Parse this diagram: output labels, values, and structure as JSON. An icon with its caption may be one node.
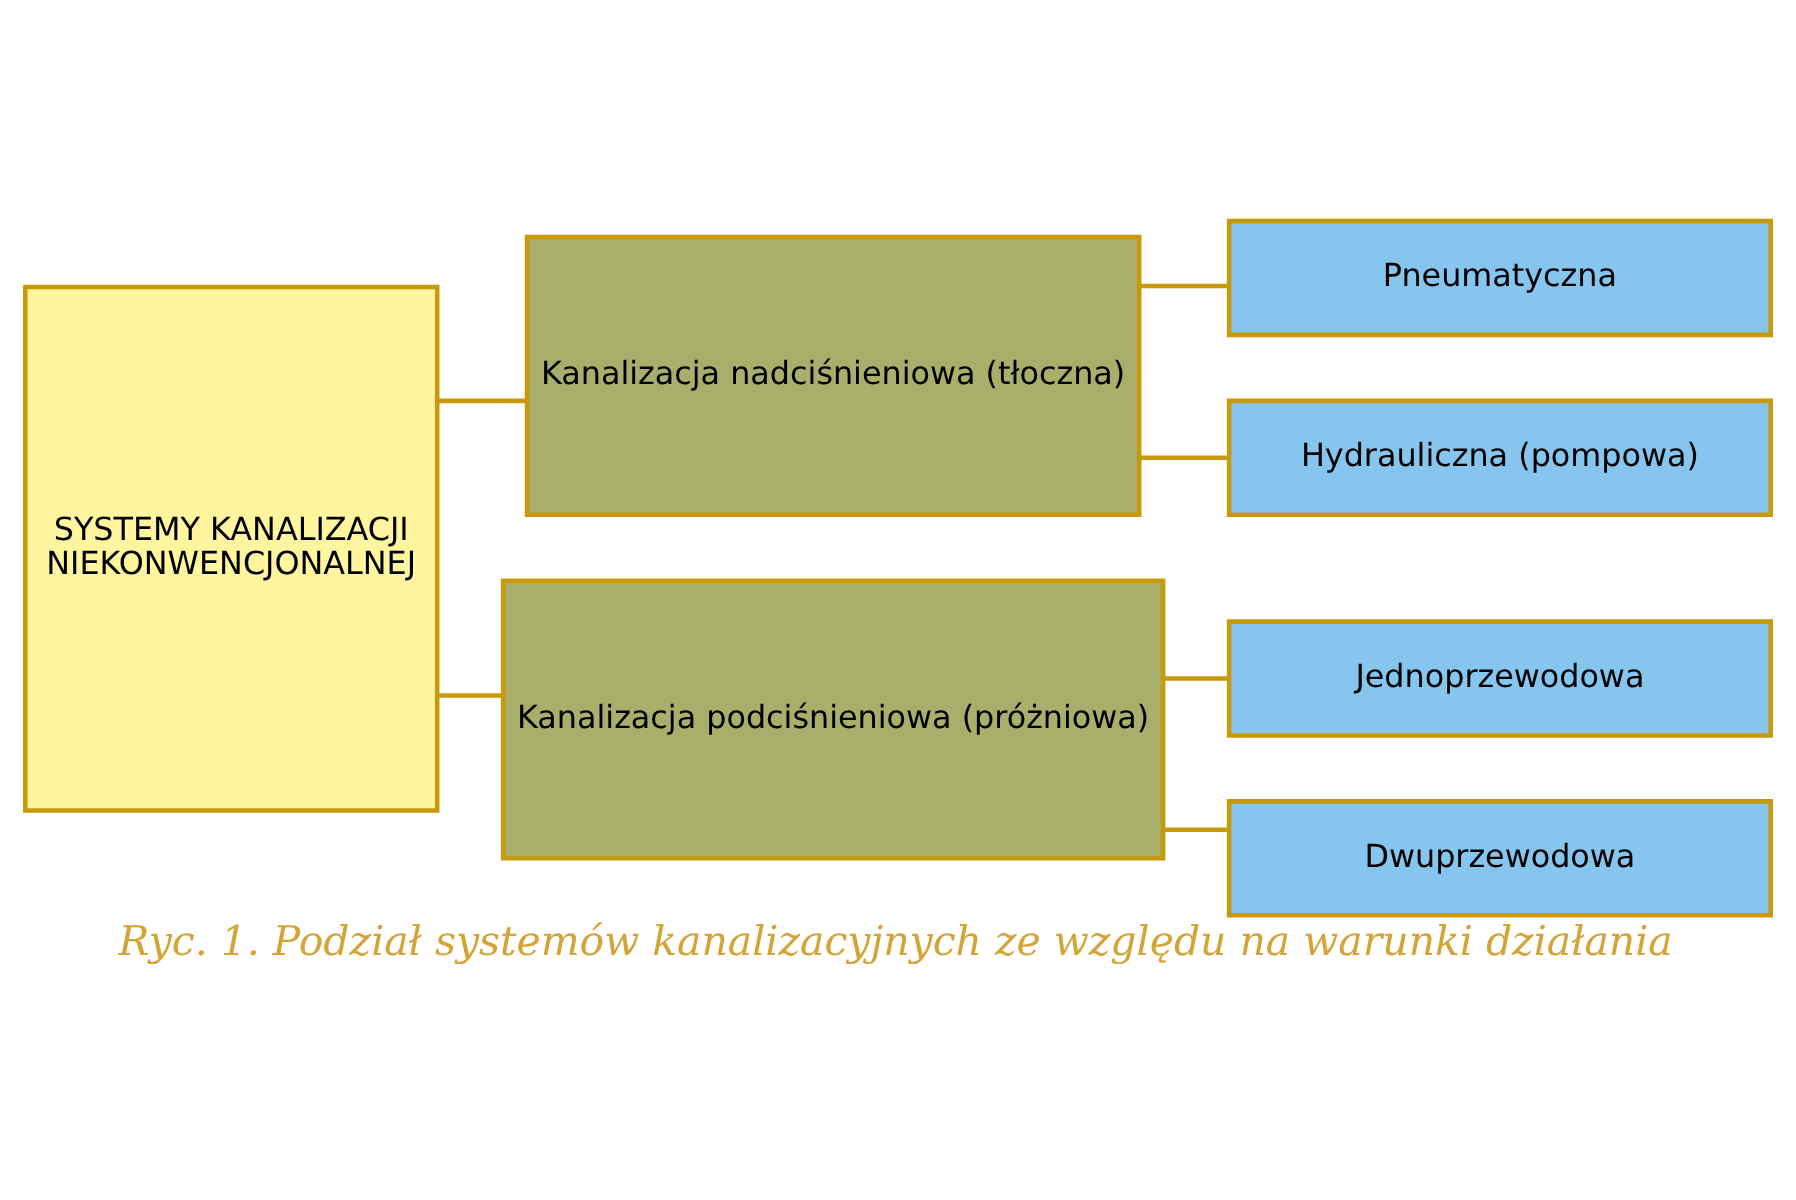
{
  "diagram": {
    "caption": "Ryc. 1. Podział systemów kanalizacyjnych ze względu na warunki działania",
    "nodes": [
      {
        "text": [
          "SYSTEMY KANALIZACJI NIEKONWENCJONALNEJ"
        ]
      },
      {
        "text": [
          "Kanalizacja nadciśnieniowa (tłoczna)"
        ]
      },
      {
        "text": [
          "Kanalizacja podciśnieniowa (próżniowa)"
        ]
      },
      {
        "text": [
          "Pneumatyczna"
        ]
      },
      {
        "text": [
          "Hydrauliczna (pompowa)"
        ]
      },
      {
        "text": [
          "Jednoprzewodowa"
        ]
      },
      {
        "text": [
          "Dwuprzewodowa"
        ]
      }
    ],
    "edges": [
      {
        "from": 0,
        "to": 1,
        "arrow": "none"
      },
      {
        "from": 0,
        "to": 2,
        "arrow": "none"
      },
      {
        "from": 1,
        "to": 3,
        "arrow": "none"
      },
      {
        "from": 1,
        "to": 4,
        "arrow": "none"
      },
      {
        "from": 2,
        "to": 5,
        "arrow": "none"
      },
      {
        "from": 2,
        "to": 6,
        "arrow": "none"
      }
    ]
  }
}
